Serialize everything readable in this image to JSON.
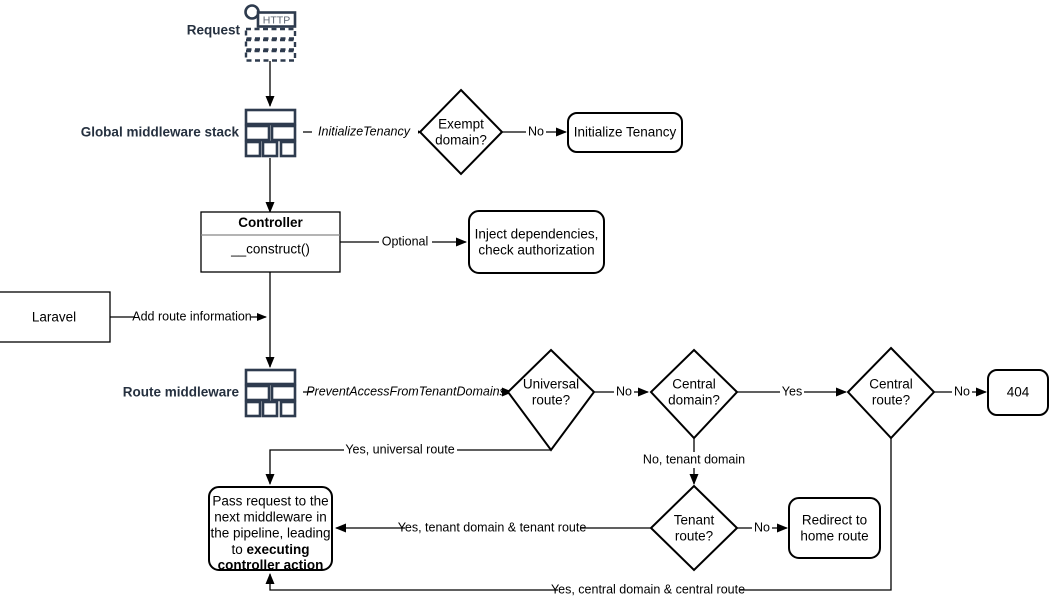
{
  "diagram": {
    "title": "Laravel multi-tenancy request lifecycle flowchart",
    "colors": {
      "stroke": "#000000",
      "icon_stroke": "#2e3b4e",
      "label_text": "#25303f",
      "background": "#ffffff"
    }
  },
  "side_labels": {
    "request": "Request",
    "global_middleware_stack": "Global middleware stack",
    "route_middleware": "Route middleware"
  },
  "icons": {
    "http_request": {
      "name": "http-request-icon",
      "label": "HTTP"
    },
    "global_stack": {
      "name": "middleware-stack-icon"
    },
    "route_stack": {
      "name": "middleware-stack-icon"
    }
  },
  "nodes": {
    "exempt_domain": "Exempt\ndomain?",
    "exempt_domain_line1": "Exempt",
    "exempt_domain_line2": "domain?",
    "initialize_tenancy": "Initialize Tenancy",
    "controller_title": "Controller",
    "controller_method": "__construct()",
    "inject_dependencies_line1": "Inject dependencies,",
    "inject_dependencies_line2": "check authorization",
    "laravel": "Laravel",
    "universal_route_line1": "Universal",
    "universal_route_line2": "route?",
    "central_domain_line1": "Central",
    "central_domain_line2": "domain?",
    "central_route_line1": "Central",
    "central_route_line2": "route?",
    "not_found": "404",
    "tenant_route_line1": "Tenant",
    "tenant_route_line2": "route?",
    "redirect_home_line1": "Redirect to",
    "redirect_home_line2": "home route",
    "pass_request_line1": "Pass request to the",
    "pass_request_line2": "next middleware in",
    "pass_request_line3": "the pipeline, leading",
    "pass_request_line4": "to ",
    "pass_request_bold1": "executing",
    "pass_request_bold2": "controller action"
  },
  "edge_labels": {
    "initialize_tenancy_mw": "InitializeTenancy",
    "exempt_no": "No",
    "optional": "Optional",
    "add_route_information": "Add route information",
    "prevent_access": "PreventAccessFromTenantDomains",
    "universal_no": "No",
    "central_domain_yes": "Yes",
    "central_route_no": "No",
    "no_tenant_domain": "No, tenant domain",
    "tenant_route_no": "No",
    "yes_universal_route": "Yes, universal route",
    "yes_tenant_domain_tenant_route": "Yes, tenant domain & tenant route",
    "yes_central_domain_central_route": "Yes, central domain & central route"
  }
}
